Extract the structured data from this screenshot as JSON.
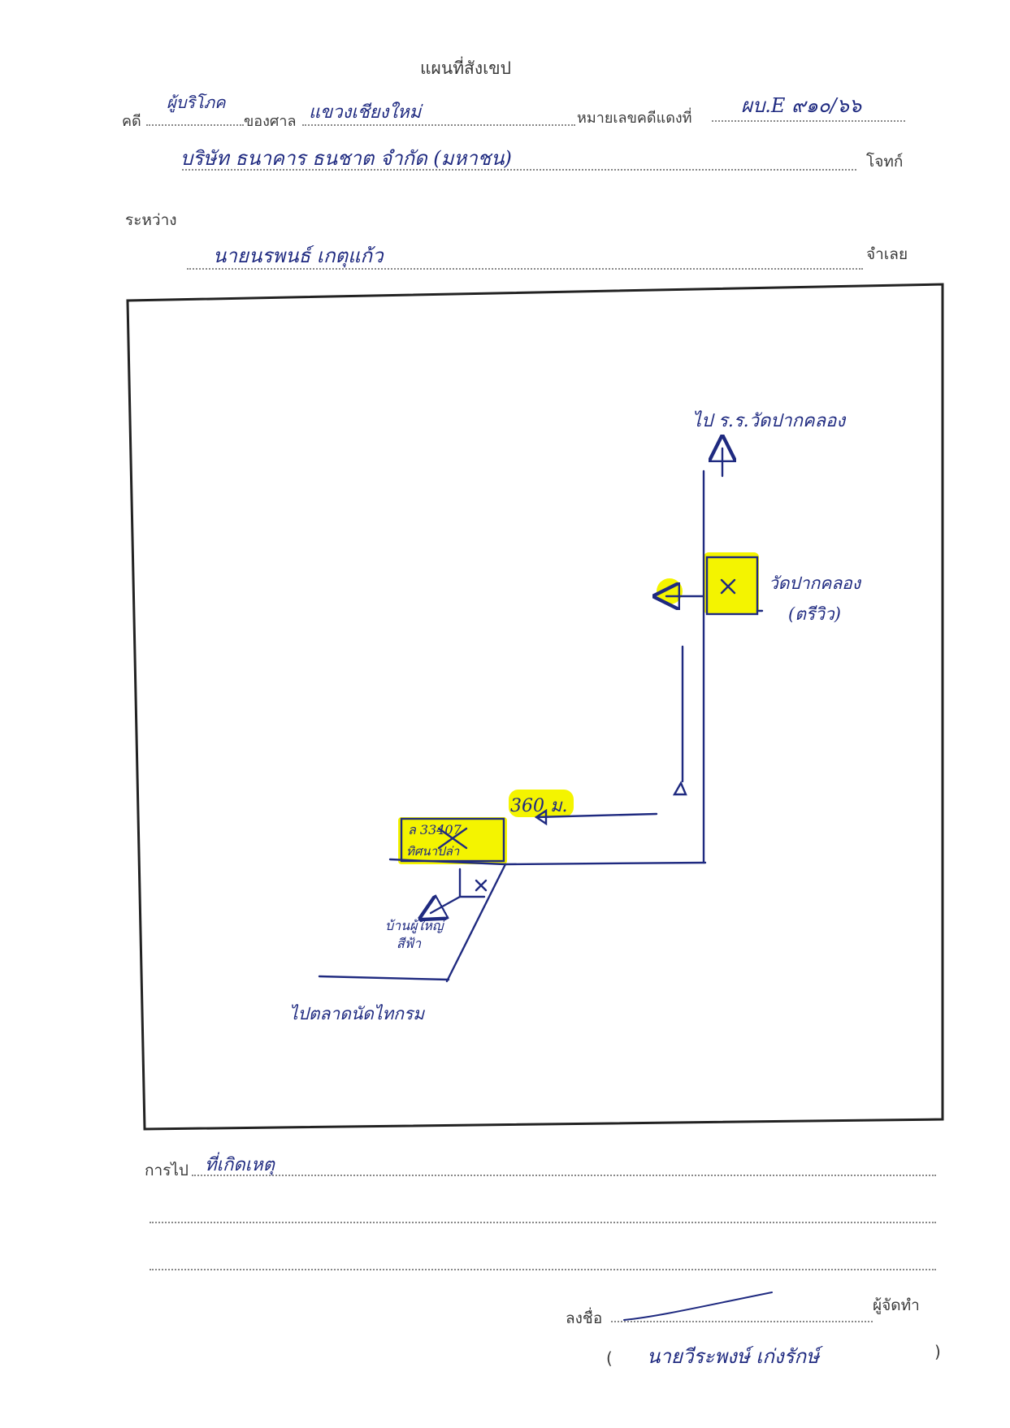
{
  "header": {
    "title": "แผนที่สังเขป",
    "case_label": "คดี",
    "case_type_value": "ผู้บริโภค",
    "court_label": "ของศาล",
    "court_value": "แขวงเชียงใหม่",
    "red_case_label": "หมายเลขคดีแดงที่",
    "red_case_value": "ผบ.E ๙๑๐/๖๖",
    "plaintiff_value": "บริษัท ธนาคาร ธนชาต จำกัด (มหาชน)",
    "plaintiff_label": "โจทก์",
    "between_label": "ระหว่าง",
    "defendant_value": "นายนรพนธ์ เกตุแก้ว",
    "defendant_label": "จำเลย"
  },
  "map": {
    "label_to_school": "ไป ร.ร.วัดปากคลอง",
    "label_temple": "วัดปากคลอง",
    "label_temple_sub": "(ตรีวิว)",
    "label_distance": "360 ม.",
    "label_target_line1": "ล 33407",
    "label_target_line2": "ทิศนาปล่า",
    "label_side_house": "บ้านผู้ใหญ่",
    "label_side_house2": "สีฟ้า",
    "label_to_market": "ไปตลาดนัดไทกรม",
    "highlight_color": "#f4f400",
    "ink_color": "#1f2a80"
  },
  "footer": {
    "route_label": "การไป",
    "route_value": "ที่เกิดเหตุ",
    "signature_label": "ลงชื่อ",
    "signer_role": "ผู้จัดทำ",
    "open_paren": "(",
    "signer_name": "นายวีระพงษ์ เก่งรักษ์",
    "close_paren": ")"
  }
}
